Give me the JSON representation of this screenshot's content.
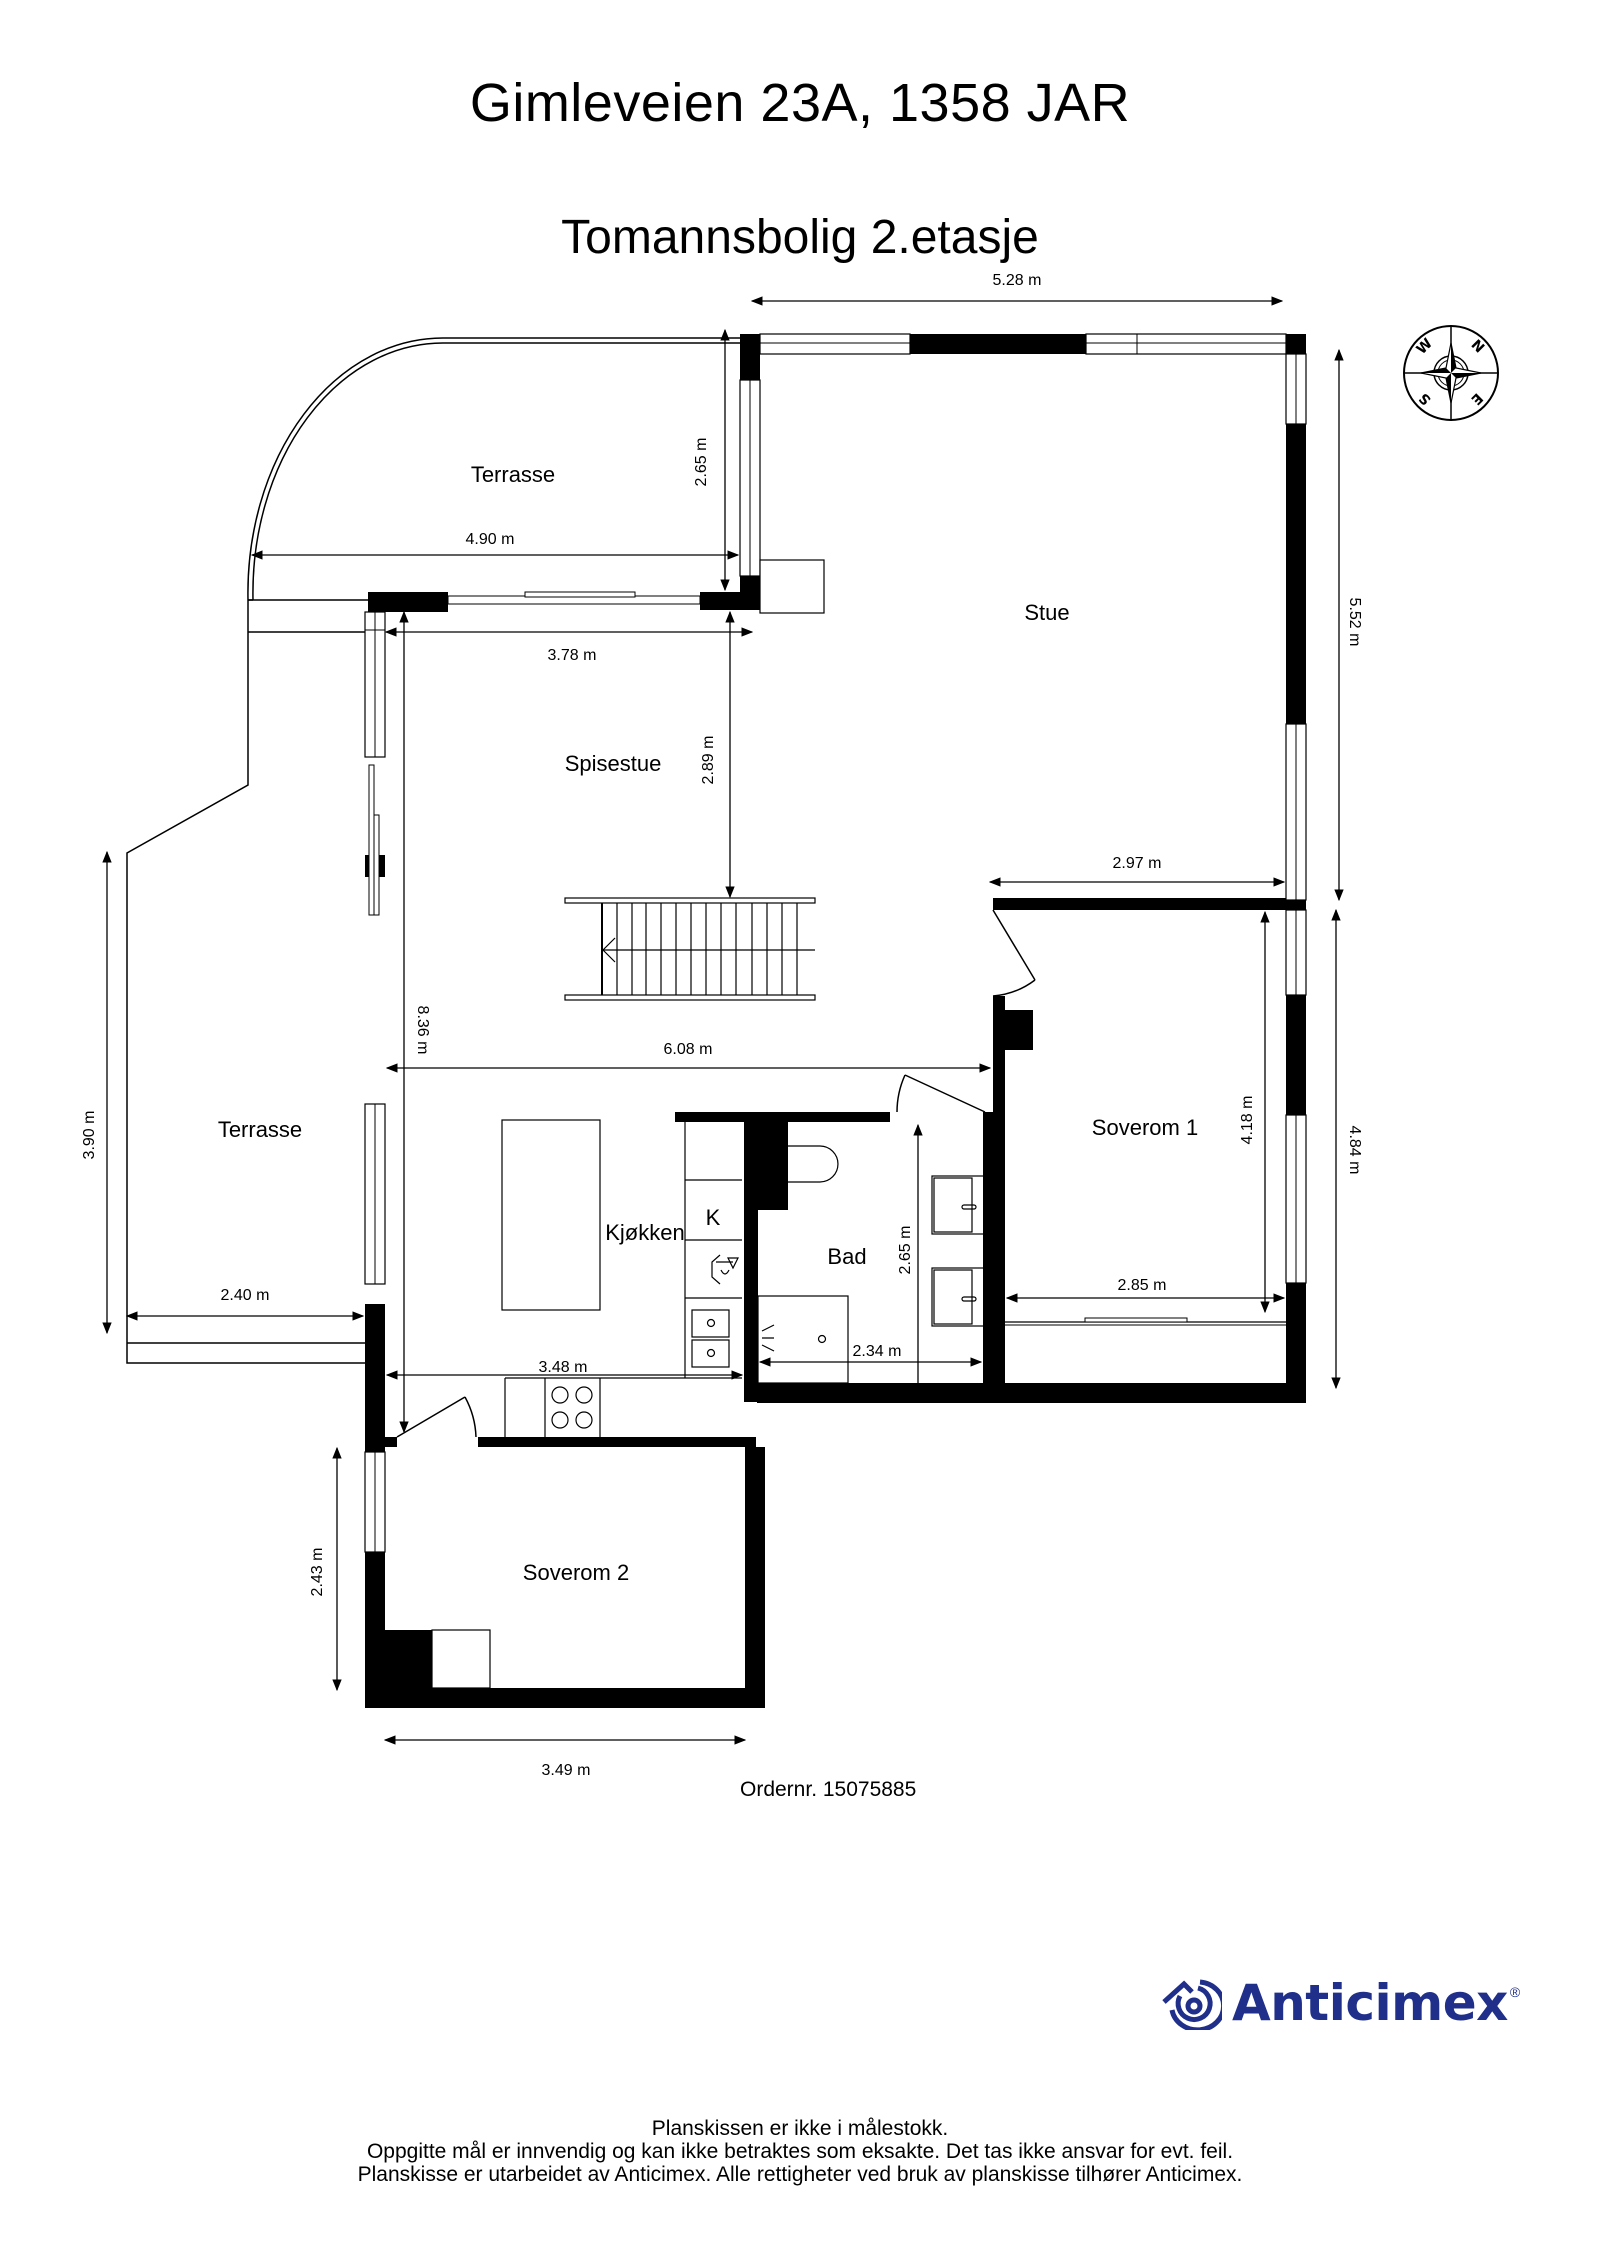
{
  "header": {
    "address": "Gimleveien 23A, 1358 JAR",
    "floor_title": "Tomannsbolig 2.etasje"
  },
  "compass": {
    "icon": "compass-rose-icon",
    "labels": [
      "N",
      "E",
      "S",
      "W"
    ]
  },
  "rooms": {
    "terrasse_top": "Terrasse",
    "stue": "Stue",
    "spisestue": "Spisestue",
    "terrasse_left": "Terrasse",
    "kjokken": "Kjøkken",
    "kjokken_fridge": "K",
    "bad": "Bad",
    "soverom1": "Soverom 1",
    "soverom2": "Soverom 2"
  },
  "dimensions": {
    "stue_width": "5.28 m",
    "stue_height": "5.52 m",
    "terrasse_top_height": "2.65 m",
    "terrasse_top_width": "4.90 m",
    "spisestue_width": "3.78 m",
    "spisestue_depth": "2.89 m",
    "stue_bottom_width": "2.97 m",
    "total_length": "8.36 m",
    "living_width": "6.08 m",
    "terrasse_left_height": "3.90 m",
    "terrasse_left_width": "2.40 m",
    "kjokken_width": "3.48 m",
    "bad_height": "2.65 m",
    "bad_width": "2.34 m",
    "soverom1_height": "4.18 m",
    "soverom1_outer_height": "4.84 m",
    "soverom1_width": "2.85 m",
    "soverom2_height": "2.43 m",
    "soverom2_width": "3.49 m"
  },
  "footer": {
    "order_number": "Ordernr. 15075885",
    "disclaimer": [
      "Planskissen er ikke i målestokk.",
      "Oppgitte mål er innvendig og kan ikke betraktes som eksakte. Det tas ikke ansvar for evt. feil.",
      "Planskisse er utarbeidet av Anticimex. Alle rettigheter ved bruk av planskisse tilhører Anticimex."
    ]
  },
  "brand": {
    "name": "Anticimex",
    "registered": "®",
    "color": "#1f2f8a",
    "icon": "anticimex-logo-icon"
  }
}
